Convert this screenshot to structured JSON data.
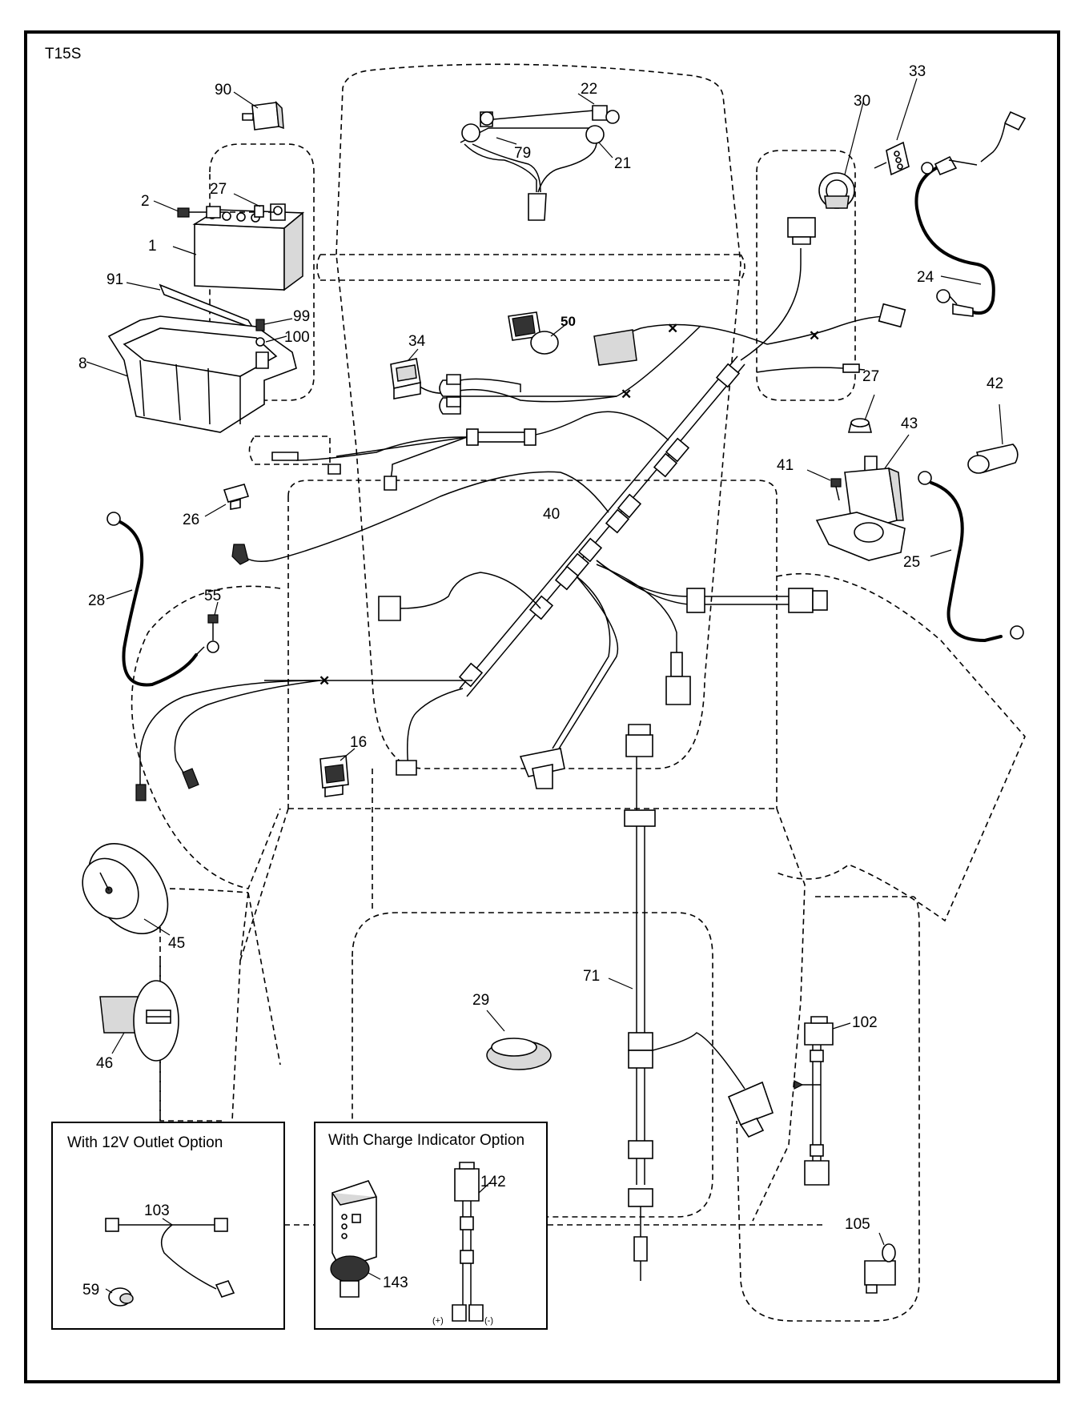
{
  "model": "T15S",
  "callouts": {
    "c1": "1",
    "c2": "2",
    "c8": "8",
    "c16": "16",
    "c21": "21",
    "c22": "22",
    "c24": "24",
    "c25": "25",
    "c26": "26",
    "c27a": "27",
    "c27b": "27",
    "c28": "28",
    "c29": "29",
    "c30": "30",
    "c33": "33",
    "c34": "34",
    "c40": "40",
    "c41": "41",
    "c42": "42",
    "c43": "43",
    "c45": "45",
    "c46": "46",
    "c50": "50",
    "c55": "55",
    "c59": "59",
    "c71": "71",
    "c79": "79",
    "c90": "90",
    "c91": "91",
    "c99": "99",
    "c100": "100",
    "c102": "102",
    "c103": "103",
    "c105": "105",
    "c142": "142",
    "c143": "143"
  },
  "options": {
    "outlet_title": "With 12V Outlet Option",
    "charge_title": "With Charge Indicator Option",
    "plus_label": "(+)",
    "minus_label": "(-)"
  }
}
